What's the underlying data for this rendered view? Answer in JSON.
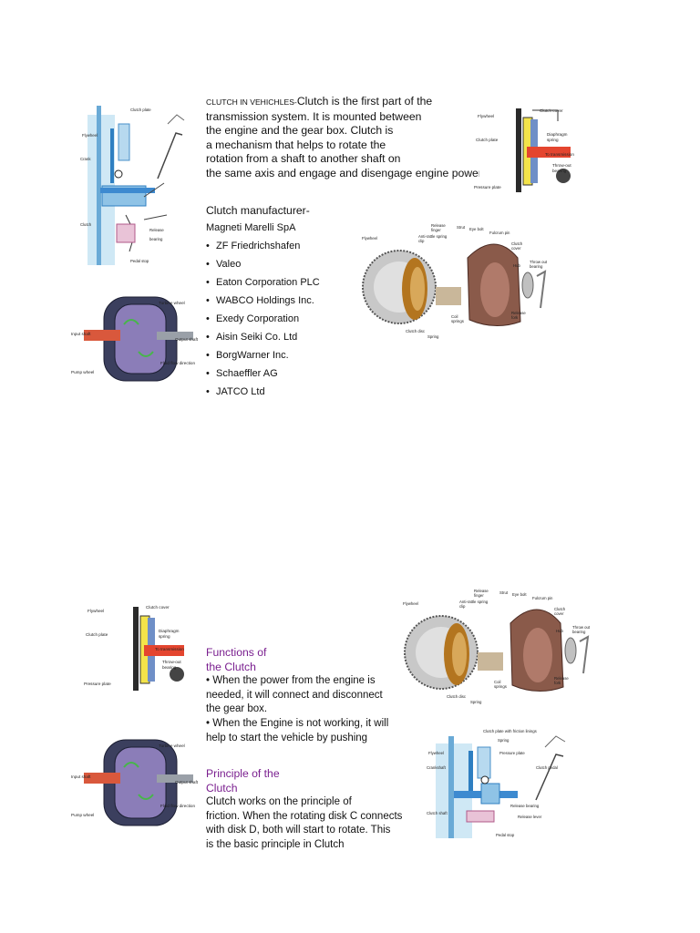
{
  "page1": {
    "intro_lead": "CLUTCH IN VEHICHLES-",
    "intro_lines": [
      "Clutch is the first part of the",
      "transmission system. It is mounted between",
      "the engine and the gear box. Clutch is",
      "a mechanism that helps to rotate the",
      "rotation from a shaft to another shaft on",
      "the same axis and engage and disengage engine power"
    ],
    "manufacturers_title": "Clutch manufacturer-",
    "manufacturers_first": "Magneti Marelli SpA",
    "manufacturers": [
      "ZF Friedrichshafen",
      "Valeo",
      "Eaton Corporation PLC",
      "WABCO Holdings Inc.",
      "Exedy Corporation",
      "Aisin Seiki Co. Ltd",
      "BorgWarner Inc.",
      "Schaeffler AG",
      "JATCO Ltd"
    ]
  },
  "page2": {
    "functions_heading": [
      "Functions of",
      "the Clutch"
    ],
    "functions_lines": [
      "• When the power from the engine is",
      "needed, it will connect and disconnect",
      "the gear box.",
      "• When the Engine is not working, it will",
      "help to start the vehicle by pushing"
    ],
    "principle_heading": [
      "Principle of the",
      "Clutch"
    ],
    "principle_lines": [
      "Clutch works on the principle of",
      "friction. When the rotating disk C connects",
      "with disk D, both will start to rotate. This",
      "is the basic principle in Clutch"
    ]
  },
  "figures": {
    "clutch_section": {
      "labels": [
        "Flywheel",
        "Clutch cover",
        "Clutch plate",
        "Diaphragm spring",
        "To transmission",
        "Throw-out bearing",
        "Pressure plate"
      ]
    },
    "torque_converter": {
      "labels": [
        "Turbine wheel",
        "Input shaft",
        "Output shaft",
        "Fluid flow direction",
        "Pump wheel"
      ]
    },
    "exploded_clutch": {
      "labels": [
        "Release finger",
        "Strut",
        "Eye bolt",
        "Fulcrum pin",
        "Clutch cover",
        "Flywheel",
        "Anti-rattle spring clip",
        "Throw out bearing",
        "Hub",
        "Release fork",
        "Coil springs",
        "Spring",
        "Clutch disc"
      ]
    },
    "pedal_linkage": {
      "labels": [
        "Clutch plate with friction linings",
        "Spring",
        "Pressure plate",
        "Flywheel",
        "Crankshaft",
        "Clutch pedal",
        "Release bearing",
        "Clutch shaft",
        "Release lever",
        "Pedal stop"
      ]
    }
  },
  "colors": {
    "heading": "#7a1f8f",
    "text": "#111111",
    "background": "#ffffff"
  }
}
